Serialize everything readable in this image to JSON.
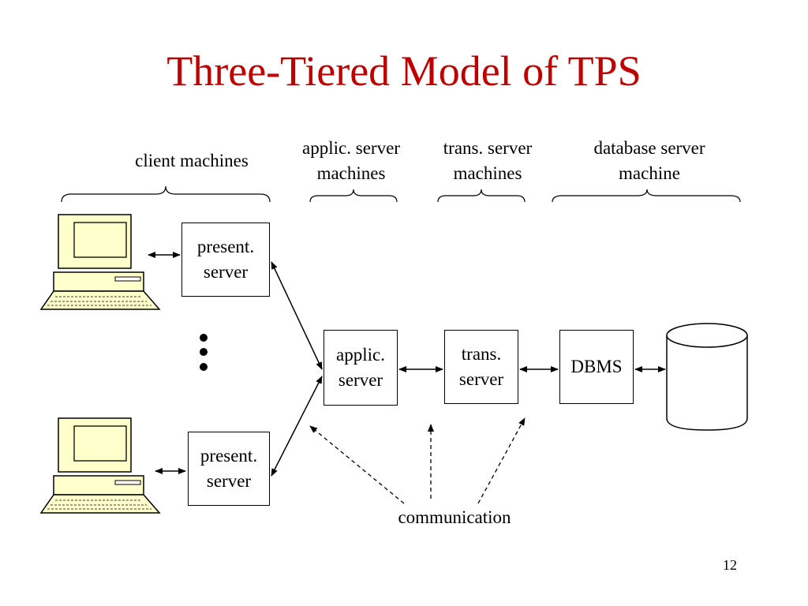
{
  "slide": {
    "title": "Three-Tiered Model of TPS",
    "page_number": "12",
    "title_color": "#c00000"
  },
  "group_labels": {
    "client": "client machines",
    "app_server": "applic. server\nmachines",
    "trans_server": "trans. server\nmachines",
    "db_server": "database server\nmachine"
  },
  "boxes": {
    "present_top": "present.\nserver",
    "present_bottom": "present.\nserver",
    "applic_server": "applic.\nserver",
    "trans_server": "trans.\nserver",
    "dbms": "DBMS"
  },
  "communication_label": "communication",
  "icons": {
    "computer": "desktop-computer-icon",
    "database": "database-cylinder-icon"
  },
  "colors": {
    "computer_fill": "#ffffcc"
  }
}
